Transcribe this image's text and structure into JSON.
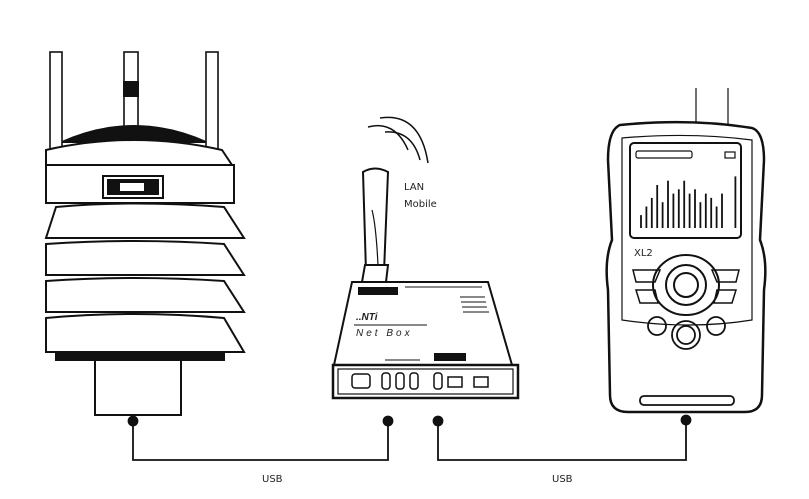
{
  "devices": {
    "weather_station": {},
    "netbox": {
      "brand": "..NTi",
      "name": "Net Box",
      "wireless_label_1": "LAN",
      "wireless_label_2": "Mobile"
    },
    "xl2": {
      "label": "XL2",
      "screen_bars": [
        3,
        5,
        7,
        10,
        6,
        11,
        8,
        9,
        11,
        8,
        9,
        6,
        8,
        7,
        5,
        8,
        12
      ]
    }
  },
  "connections": [
    {
      "from": "weather_station",
      "to": "netbox",
      "label": "USB"
    },
    {
      "from": "netbox",
      "to": "xl2",
      "label": "USB"
    }
  ],
  "colors": {
    "line": "#111111",
    "background": "#ffffff"
  }
}
